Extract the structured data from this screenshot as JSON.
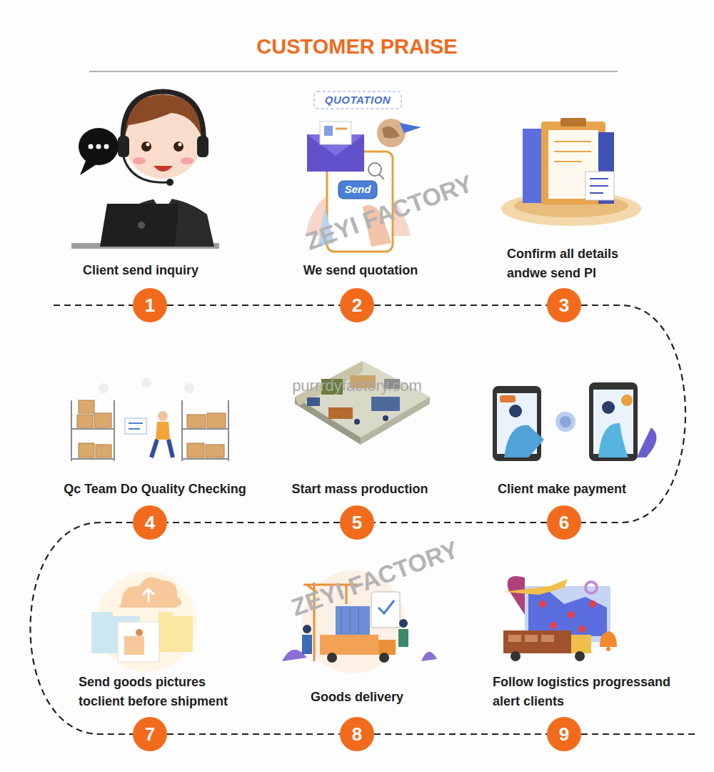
{
  "diagram": {
    "title": "CUSTOMER PRAISE",
    "nodes": [
      {
        "text": [
          "1"
        ]
      },
      {
        "text": [
          "2"
        ]
      },
      {
        "text": [
          "3"
        ]
      },
      {
        "text": [
          "4"
        ]
      },
      {
        "text": [
          "5"
        ]
      },
      {
        "text": [
          "6"
        ]
      },
      {
        "text": [
          "7"
        ]
      },
      {
        "text": [
          "8"
        ]
      },
      {
        "text": [
          "9"
        ]
      }
    ],
    "edges": [
      {
        "from": 0,
        "to": 1,
        "arrow": "none"
      },
      {
        "from": 1,
        "to": 2,
        "arrow": "none"
      },
      {
        "from": 2,
        "to": 5,
        "arrow": "none"
      },
      {
        "from": 5,
        "to": 4,
        "arrow": "none"
      },
      {
        "from": 4,
        "to": 3,
        "arrow": "none"
      },
      {
        "from": 3,
        "to": 6,
        "arrow": "none"
      },
      {
        "from": 6,
        "to": 7,
        "arrow": "none"
      },
      {
        "from": 7,
        "to": 8,
        "arrow": "none"
      }
    ],
    "labels": [
      "Client send inquiry",
      "QUOTATION",
      "Send",
      "We send quotation",
      "Confirm all details andwe send Pl",
      "Qc Team Do Quality Checking",
      "Start mass production",
      "Client make payment",
      "Send goods pictures toclient before shipment",
      "Goods delivery",
      "Follow logistics progressand alert clients",
      "ZEYI FACTORY",
      "purrrdyfactory.com",
      "ZEYI FACTORY"
    ]
  }
}
